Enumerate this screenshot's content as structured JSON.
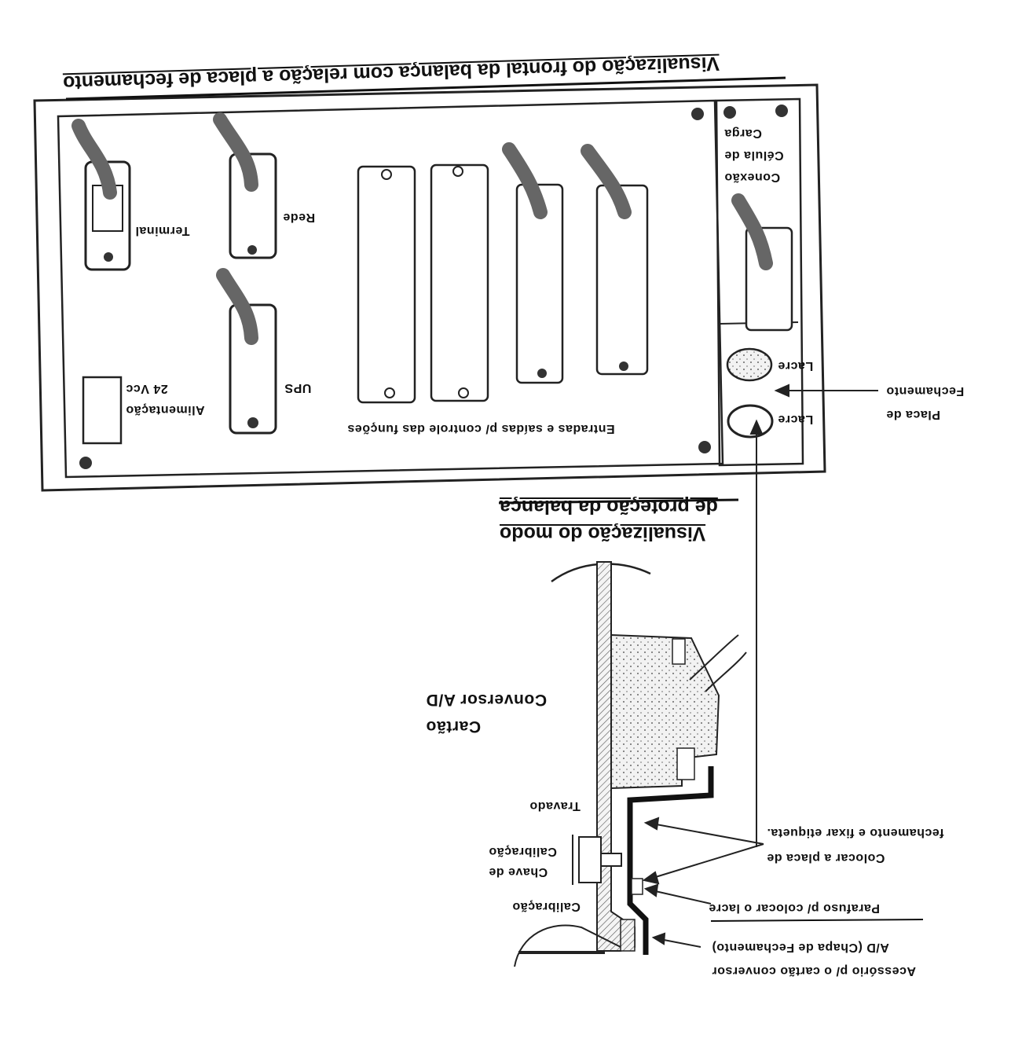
{
  "diagram": {
    "title_front": "Visualização do frontal da balança com relação a placa de fechamento",
    "title_mode_line1": "Visualização do modo",
    "title_mode_line2": "de proteção da balança",
    "labels": {
      "terminal": "Terminal",
      "rede": "Rede",
      "ups": "UPS",
      "alimentacao": "Alimentação",
      "vcc": "24 Vcc",
      "io": "Entradas e saídas p/ controle das funções",
      "carga": "Carga",
      "celula": "Célula de",
      "conexao": "Conexão",
      "lacre_top": "Lacre",
      "lacre_bottom": "Lacre",
      "placa_l1": "Placa de",
      "placa_l2": "Fechamento",
      "cartao": "Cartão",
      "conversor": "Conversor A/D",
      "travado": "Travado",
      "chave_l1": "Chave de",
      "chave_l2": "Calibração",
      "calibracao": "Calibração",
      "colocar_l1": "Colocar a placa de",
      "colocar_l2": "fechamento e fixar etiqueta.",
      "parafuso": "Parafuso p/ colocar o lacre",
      "acessorio_l1": "Acessório p/ o cartão conversor",
      "acessorio_l2": "A/D (Chapa de Fechamento)"
    },
    "colors": {
      "ink": "#111111",
      "cable": "#777777",
      "board": "#e8e8e8"
    }
  }
}
